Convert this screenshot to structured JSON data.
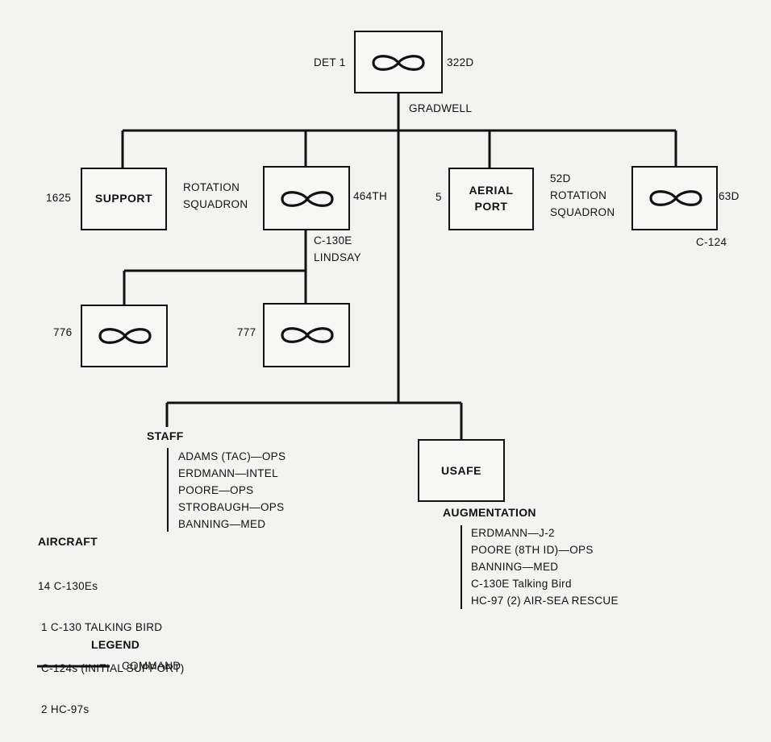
{
  "top": {
    "left_label": "DET 1",
    "right_label": "322D",
    "commander": "GRADWELL"
  },
  "support": {
    "number": "1625",
    "title": "SUPPORT"
  },
  "rotation_464": {
    "left_label_line1": "ROTATION",
    "left_label_line2": "SQUADRON",
    "right_label": "464TH",
    "aircraft": "C-130E",
    "commander": "LINDSAY"
  },
  "aerial_port": {
    "number": "5",
    "title_line1": "AERIAL",
    "title_line2": "PORT"
  },
  "rotation_52": {
    "label_line1": "52D",
    "label_line2": "ROTATION",
    "label_line3": "SQUADRON",
    "right_label": "63D",
    "aircraft": "C-124"
  },
  "sub_776": {
    "label": "776"
  },
  "sub_777": {
    "label": "777"
  },
  "staff": {
    "heading": "STAFF",
    "members": [
      "ADAMS (TAC)—OPS",
      "ERDMANN—INTEL",
      "POORE—OPS",
      "STROBAUGH—OPS",
      "BANNING—MED"
    ]
  },
  "usafe": {
    "title": "USAFE",
    "heading": "AUGMENTATION",
    "members": [
      "ERDMANN—J-2",
      "POORE (8TH ID)—OPS",
      "BANNING—MED",
      "C-130E Talking Bird",
      "HC-97 (2) AIR-SEA RESCUE"
    ]
  },
  "aircraft": {
    "heading": "AIRCRAFT",
    "items": [
      "14 C-130Es",
      " 1 C-130 TALKING BIRD",
      " C-124s (INITIAL SUPPORT)",
      " 2 HC-97s"
    ]
  },
  "legend": {
    "heading": "LEGEND",
    "command_label": "COMMAND"
  },
  "icons": {
    "unit_icon": "infinity-loop-icon"
  }
}
